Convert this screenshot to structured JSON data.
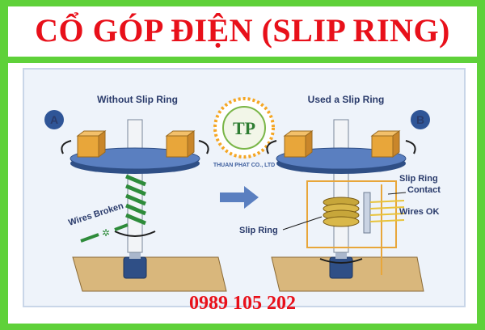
{
  "header": {
    "title": "CỔ GÓP ĐIỆN (SLIP RING)"
  },
  "left_panel": {
    "badge": "A",
    "title": "Without Slip Ring",
    "label_wires_broken": "Wires Broken"
  },
  "right_panel": {
    "badge": "B",
    "title": "Used a Slip Ring",
    "label_contact_line1": "Slip Ring",
    "label_contact_line2": "Contact",
    "label_wires_ok": "Wires OK",
    "label_slip_ring": "Slip Ring"
  },
  "logo": {
    "initials": "TP",
    "caption": "THUAN PHAT CO., LTD"
  },
  "footer": {
    "phone": "0989 105 202"
  },
  "colors": {
    "title_red": "#e8101a",
    "frame_green": "#5fd13a",
    "disk_blue": "#3e5f9e",
    "box_orange": "#e8a63a",
    "wire_green": "#2e8b3a",
    "coil_gold": "#c7a63a",
    "badge_blue": "#2f5597"
  }
}
